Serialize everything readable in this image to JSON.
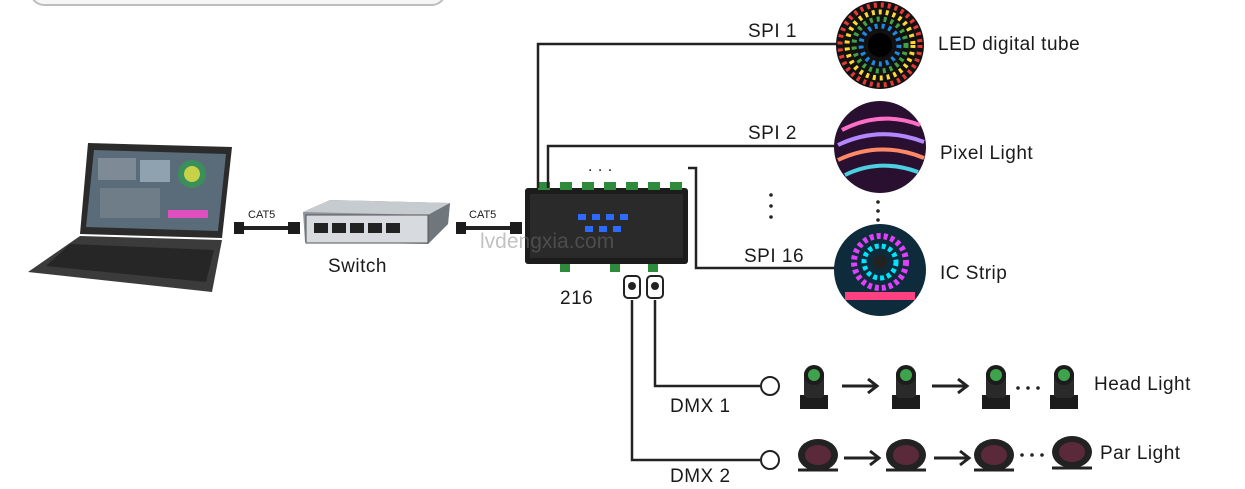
{
  "labels": {
    "cat5_left": "CAT5",
    "cat5_right": "CAT5",
    "switch": "Switch",
    "controller": "216",
    "spi1": "SPI 1",
    "spi2": "SPI 2",
    "spi16": "SPI 16",
    "dmx1": "DMX 1",
    "dmx2": "DMX 2",
    "led_tube": "LED digital tube",
    "pixel_light": "Pixel Light",
    "ic_strip": "IC Strip",
    "head_light": "Head Light",
    "par_light": "Par Light",
    "watermark": "lvdengxia.com",
    "ellipsis": ". . ."
  },
  "colors": {
    "wire": "#222222",
    "device": "#1c1c1c",
    "controller_led": "#2d6bff"
  }
}
